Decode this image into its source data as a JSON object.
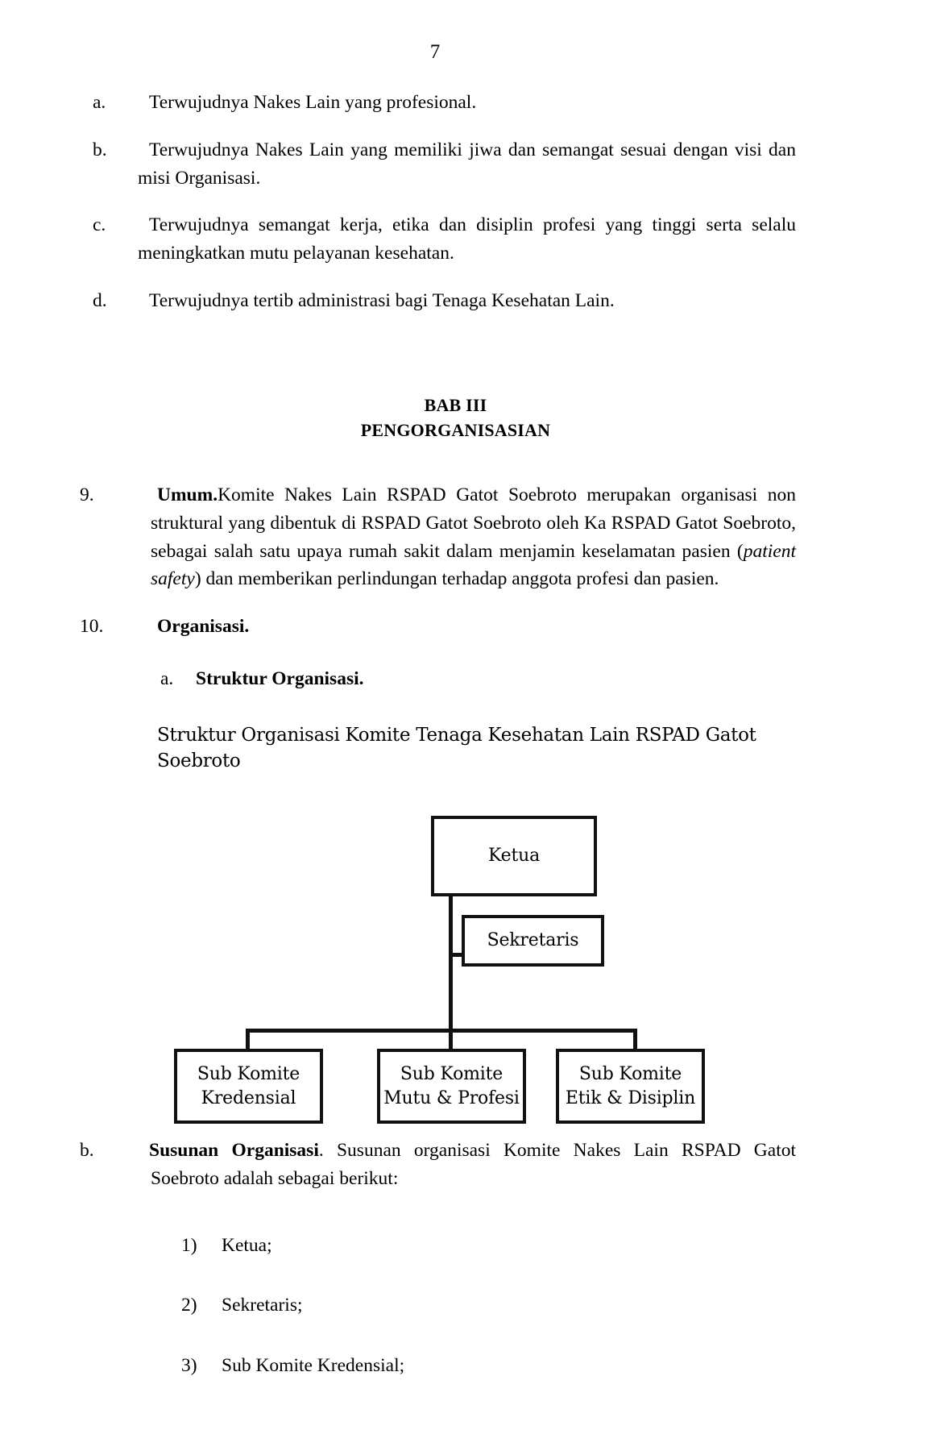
{
  "document": {
    "page_number": "7",
    "body_paragraphs": [
      {
        "marker": "a.",
        "text": "Terwujudnya Nakes Lain yang profesional."
      },
      {
        "marker": "b.",
        "text": "Terwujudnya Nakes Lain yang memiliki jiwa dan semangat sesuai dengan visi dan misi Organisasi."
      },
      {
        "marker": "c.",
        "text": "Terwujudnya semangat kerja, etika dan disiplin profesi yang tinggi serta selalu meningkatkan mutu pelayanan kesehatan."
      },
      {
        "marker": "d.",
        "text": "Terwujudnya tertib administrasi bagi Tenaga Kesehatan Lain."
      }
    ],
    "chapter_heading": {
      "line1": "BAB III",
      "line2": "PENGORGANISASIAN"
    },
    "section_9": {
      "number": "9.",
      "title": "Umum.",
      "text_part1": "Komite Nakes Lain RSPAD Gatot Soebroto merupakan organisasi non struktural yang dibentuk di RSPAD Gatot Soebroto oleh Ka RSPAD Gatot Soebroto, sebagai salah satu upaya rumah sakit dalam menjamin keselamatan pasien (",
      "italic_term": "patient safety",
      "text_part2": ") dan memberikan perlindungan terhadap anggota profesi dan pasien."
    },
    "section_10": {
      "number": "10.",
      "title": "Organisasi.",
      "sub_a": {
        "marker": "a.",
        "title": "Struktur Organisasi."
      },
      "chart_caption": "Struktur Organisasi Komite Tenaga Kesehatan Lain RSPAD Gatot Soebroto",
      "sub_b": {
        "marker": "b.",
        "title": "Susunan Organisasi",
        "text": ".    Susunan organisasi Komite Nakes Lain RSPAD Gatot Soebroto adalah sebagai berikut:"
      },
      "list_items": [
        {
          "marker": "1)",
          "text": "Ketua;"
        },
        {
          "marker": "2)",
          "text": "Sekretaris;"
        },
        {
          "marker": "3)",
          "text": "Sub Komite Kredensial;"
        }
      ]
    }
  },
  "chart_data": {
    "type": "diagram",
    "title": "Struktur Organisasi Komite Tenaga Kesehatan Lain RSPAD Gatot Soebroto",
    "nodes": [
      {
        "id": "ketua",
        "label": "Ketua",
        "level": 0
      },
      {
        "id": "sekretaris",
        "label": "Sekretaris",
        "level": 1
      },
      {
        "id": "sub-kredensial",
        "label_line1": "Sub Komite",
        "label_line2": "Kredensial",
        "level": 2
      },
      {
        "id": "sub-mutu",
        "label_line1": "Sub Komite",
        "label_line2": "Mutu & Profesi",
        "level": 2
      },
      {
        "id": "sub-etik",
        "label_line1": "Sub Komite",
        "label_line2": "Etik & Disiplin",
        "level": 2
      }
    ],
    "edges": [
      {
        "from": "ketua",
        "to": "sekretaris"
      },
      {
        "from": "ketua",
        "to": "sub-kredensial"
      },
      {
        "from": "ketua",
        "to": "sub-mutu"
      },
      {
        "from": "ketua",
        "to": "sub-etik"
      }
    ],
    "border_color": "#111111",
    "background_color": "#ffffff"
  }
}
